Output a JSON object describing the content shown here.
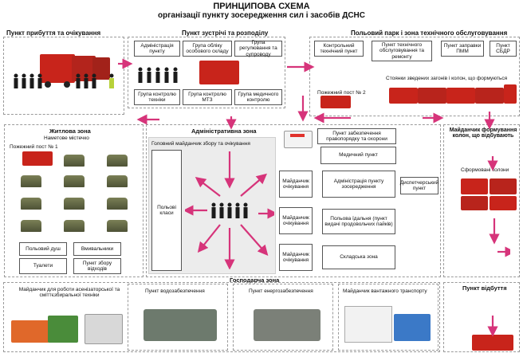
{
  "title": "ПРИНЦИПОВА СХЕМА",
  "subtitle": "організації пункту зосередження сил і засобів ДСНС",
  "sections": {
    "arrival": "Пункт прибуття та очікування",
    "meeting": "Пункт зустрічі та розподілу",
    "field_park": "Польовий парк і зона технічного обслуговування",
    "residential": "Житлова зона",
    "tents": "Наметове містечко",
    "admin_zone": "Адміністративна зона",
    "economic": "Господарча зона",
    "formation": "Майданчик формування колон, що відбувають",
    "departure": "Пункт відбуття"
  },
  "meeting_boxes": [
    "Адміністрація пункту",
    "Група обліку особового складу",
    "Група регулювання та супроводу",
    "Група контролю техніки",
    "Група контролю МТЗ",
    "Група медичного контролю"
  ],
  "park_boxes": [
    "Контрольний технічний пункт",
    "Пункт технічного обслуговування та ремонту",
    "Пункт заправки ПММ",
    "Пункт СБДР"
  ],
  "park_text": "Стоянки зведених загонів і колон, що формуються",
  "fire_post_2": "Пожежний пост № 2",
  "fire_post_1": "Пожежний пост № 1",
  "residential_boxes": [
    "Польовий душ",
    "Вмивальники",
    "Туалети",
    "Пункт збору відходів"
  ],
  "admin": {
    "main_area": "Головний майданчик збору та очікування",
    "field_classes": "Польові класи",
    "security": "Пункт забезпечення правопорядку та охорони",
    "medical": "Медичний пункт",
    "waiting": "Майданчик очікування",
    "administration": "Адміністрація пункту зосередження",
    "dispatch": "Диспетчерський пункт",
    "canteen": "Польова їдальня (пункт видачі продовольчих пайків)",
    "warehouse": "Складська зона"
  },
  "formed_columns": "Сформовані колони",
  "economic_boxes": [
    "Майданчик для роботи асенізаторської та сміттєзбиральної техніки",
    "Пункт водозабезпечення",
    "Пункт енергозабезпечення",
    "Майданчик вантажного транспорту"
  ],
  "colors": {
    "arrow": "#d6347a",
    "fire_truck": "#c8241b",
    "tent": "#6b6f4a"
  }
}
